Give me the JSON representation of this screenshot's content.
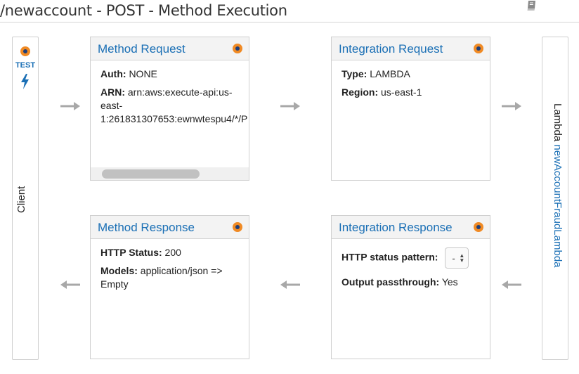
{
  "page": {
    "title": "/newaccount - POST - Method Execution"
  },
  "client": {
    "test_label": "TEST",
    "label": "Client"
  },
  "lambda": {
    "prefix": "Lambda",
    "function_name": "newAccountFraudLambda"
  },
  "method_request": {
    "title": "Method Request",
    "auth_label": "Auth:",
    "auth_value": "NONE",
    "arn_label": "ARN:",
    "arn_line1": "arn:aws:execute-api:us-",
    "arn_line2": "east-",
    "arn_line3": "1:261831307653:ewnwtespu4/*/P"
  },
  "integration_request": {
    "title": "Integration Request",
    "type_label": "Type:",
    "type_value": "LAMBDA",
    "region_label": "Region:",
    "region_value": "us-east-1"
  },
  "method_response": {
    "title": "Method Response",
    "status_label": "HTTP Status:",
    "status_value": "200",
    "models_label": "Models:",
    "models_value": "application/json =>",
    "models_value2": "Empty"
  },
  "integration_response": {
    "title": "Integration Response",
    "pattern_label": "HTTP status pattern:",
    "pattern_value": "-",
    "passthrough_label": "Output passthrough:",
    "passthrough_value": "Yes"
  },
  "colors": {
    "accent": "#1a6fb5",
    "dot_outer": "#f08a24",
    "dot_inner": "#1f3f7a",
    "arrow": "#a8a8a8"
  }
}
